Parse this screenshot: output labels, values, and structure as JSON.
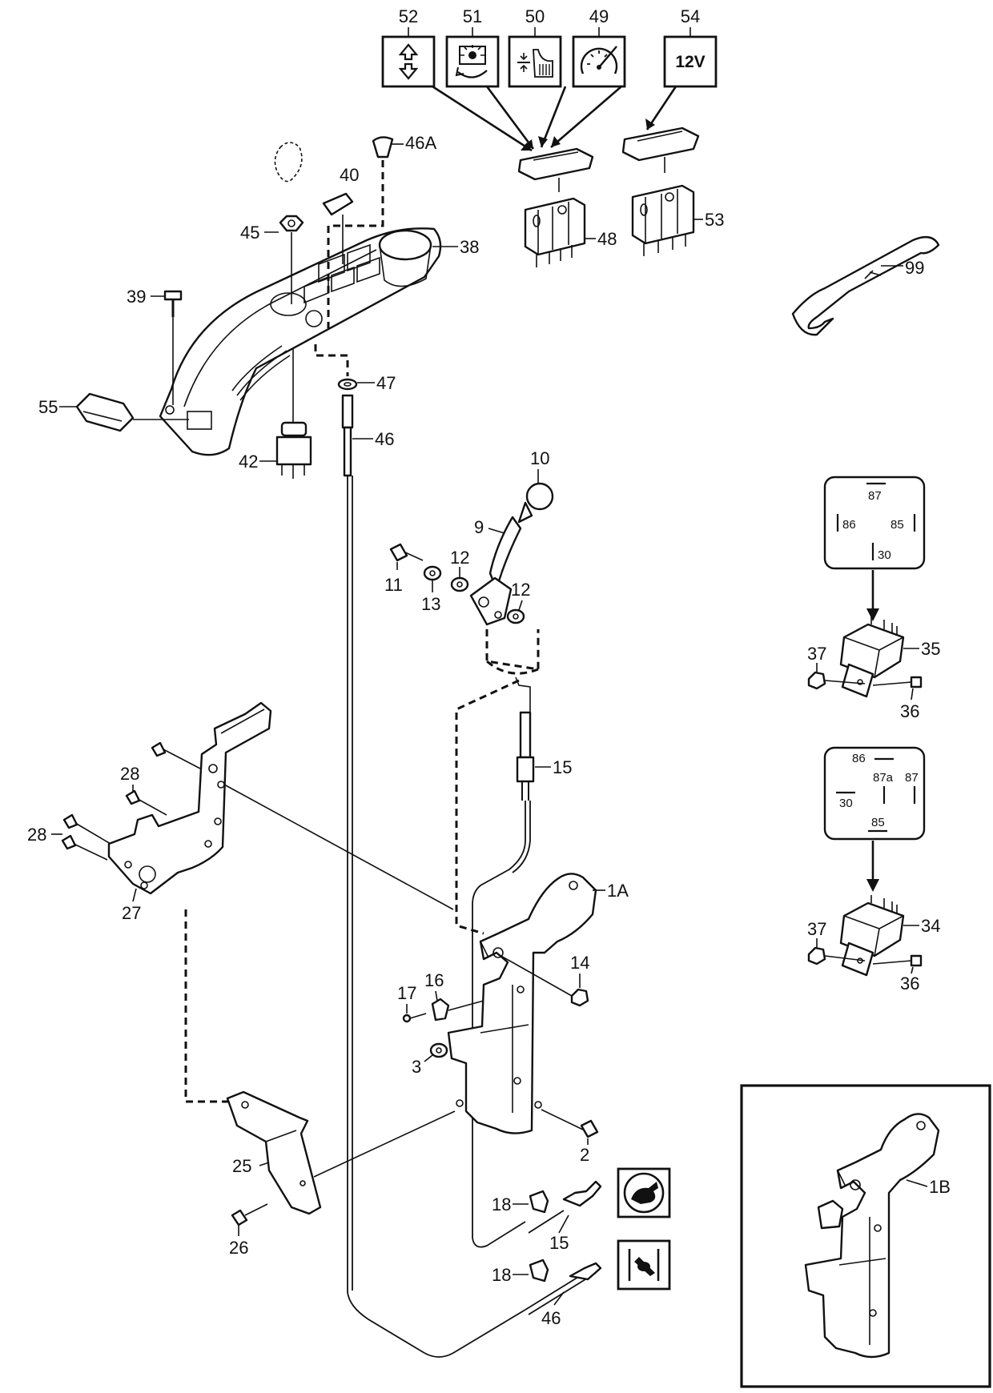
{
  "diagram": {
    "labels": {
      "p52": "52",
      "p51": "51",
      "p50": "50",
      "p49": "49",
      "p54": "54",
      "p46a": "46A",
      "p40": "40",
      "p45": "45",
      "p38": "38",
      "p39": "39",
      "p48": "48",
      "p53": "53",
      "p99": "99",
      "p47": "47",
      "p46_upper": "46",
      "p55": "55",
      "p42": "42",
      "p10": "10",
      "p9": "9",
      "p11": "11",
      "p13": "13",
      "p12_a": "12",
      "p12_b": "12",
      "p15_upper": "15",
      "p28_a": "28",
      "p28_b": "28",
      "p27": "27",
      "p1a": "1A",
      "p14": "14",
      "p16": "16",
      "p17": "17",
      "p3": "3",
      "p2": "2",
      "p25": "25",
      "p26": "26",
      "p18_a": "18",
      "p15_lower": "15",
      "p18_b": "18",
      "p46_lower": "46",
      "p35": "35",
      "p37_a": "37",
      "p36_a": "36",
      "p34": "34",
      "p37_b": "37",
      "p36_b": "36",
      "p1b": "1B"
    },
    "switch_icons": {
      "icon_12v": "12V"
    },
    "relay_87": {
      "pin_87": "87",
      "pin_86": "86",
      "pin_85": "85",
      "pin_30": "30"
    },
    "relay_87a": {
      "pin_86": "86",
      "pin_87a": "87a",
      "pin_87": "87",
      "pin_30": "30",
      "pin_85": "85"
    },
    "icons": [
      "up-down-arrows-icon",
      "rotation-light-icon",
      "hydraulic-icon",
      "speedometer-icon",
      "rabbit-icon",
      "turtle-icon"
    ]
  }
}
